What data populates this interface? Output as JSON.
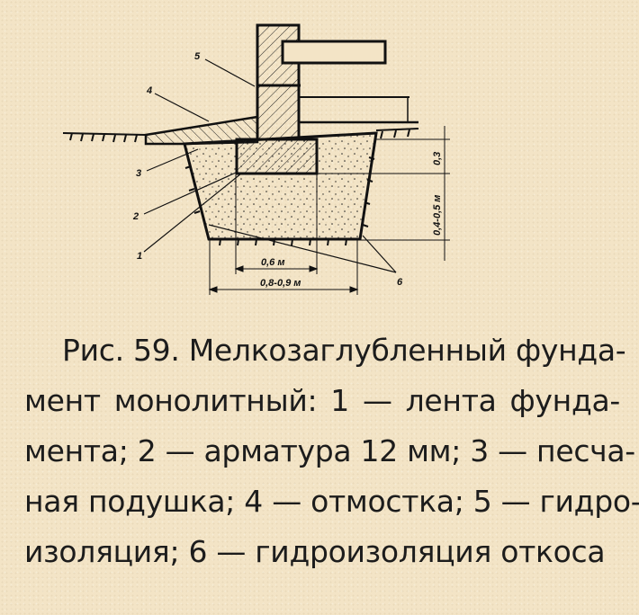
{
  "figure": {
    "labels": {
      "n1": "1",
      "n2": "2",
      "n3": "3",
      "n4": "4",
      "n5": "5",
      "n6": "6"
    },
    "dimensions": {
      "d_03": "0,3",
      "d_0405": "0,4-0,5 м",
      "d_06": "0,6 м",
      "d_0809": "0,8-0,9 м"
    }
  },
  "caption": {
    "lines": [
      "Рис. 59. Мелкозаглубленный фунда-",
      "мент монолитный: 1 — лента фунда-",
      "мента; 2 — арматура 12 мм; 3 — песча-",
      "ная подушка; 4 — отмостка; 5 — гидро-",
      "изоляция; 6 — гидроизоляция откоса"
    ]
  }
}
